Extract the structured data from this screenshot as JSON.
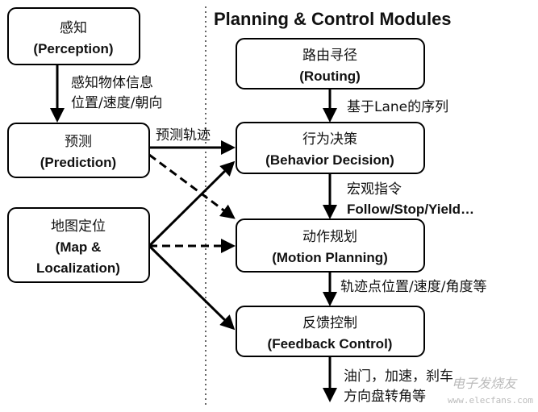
{
  "title": "Planning & Control Modules",
  "left_modules": [
    {
      "cn": "感知",
      "en": "(Perception)"
    },
    {
      "cn": "预测",
      "en": "(Prediction)"
    },
    {
      "cn": "地图定位",
      "en_line1": "(Map &",
      "en_line2": "Localization)"
    }
  ],
  "right_modules": [
    {
      "cn": "路由寻径",
      "en": "(Routing)"
    },
    {
      "cn": "行为决策",
      "en": "(Behavior Decision)"
    },
    {
      "cn": "动作规划",
      "en": "(Motion Planning)"
    },
    {
      "cn": "反馈控制",
      "en": "(Feedback Control)"
    }
  ],
  "labels": {
    "perception_to_prediction_1": "感知物体信息",
    "perception_to_prediction_2": "位置/速度/朝向",
    "prediction_to_behavior": "预测轨迹",
    "routing_to_behavior": "基于Lane的序列",
    "behavior_to_motion_1": "宏观指令",
    "behavior_to_motion_2": "Follow/Stop/Yield…",
    "motion_to_feedback": "轨迹点位置/速度/角度等",
    "feedback_output_1": "油门，加速，刹车",
    "feedback_output_2": "方向盘转角等"
  },
  "watermark": {
    "name": "电子发烧友",
    "url": "www.elecfans.com"
  }
}
